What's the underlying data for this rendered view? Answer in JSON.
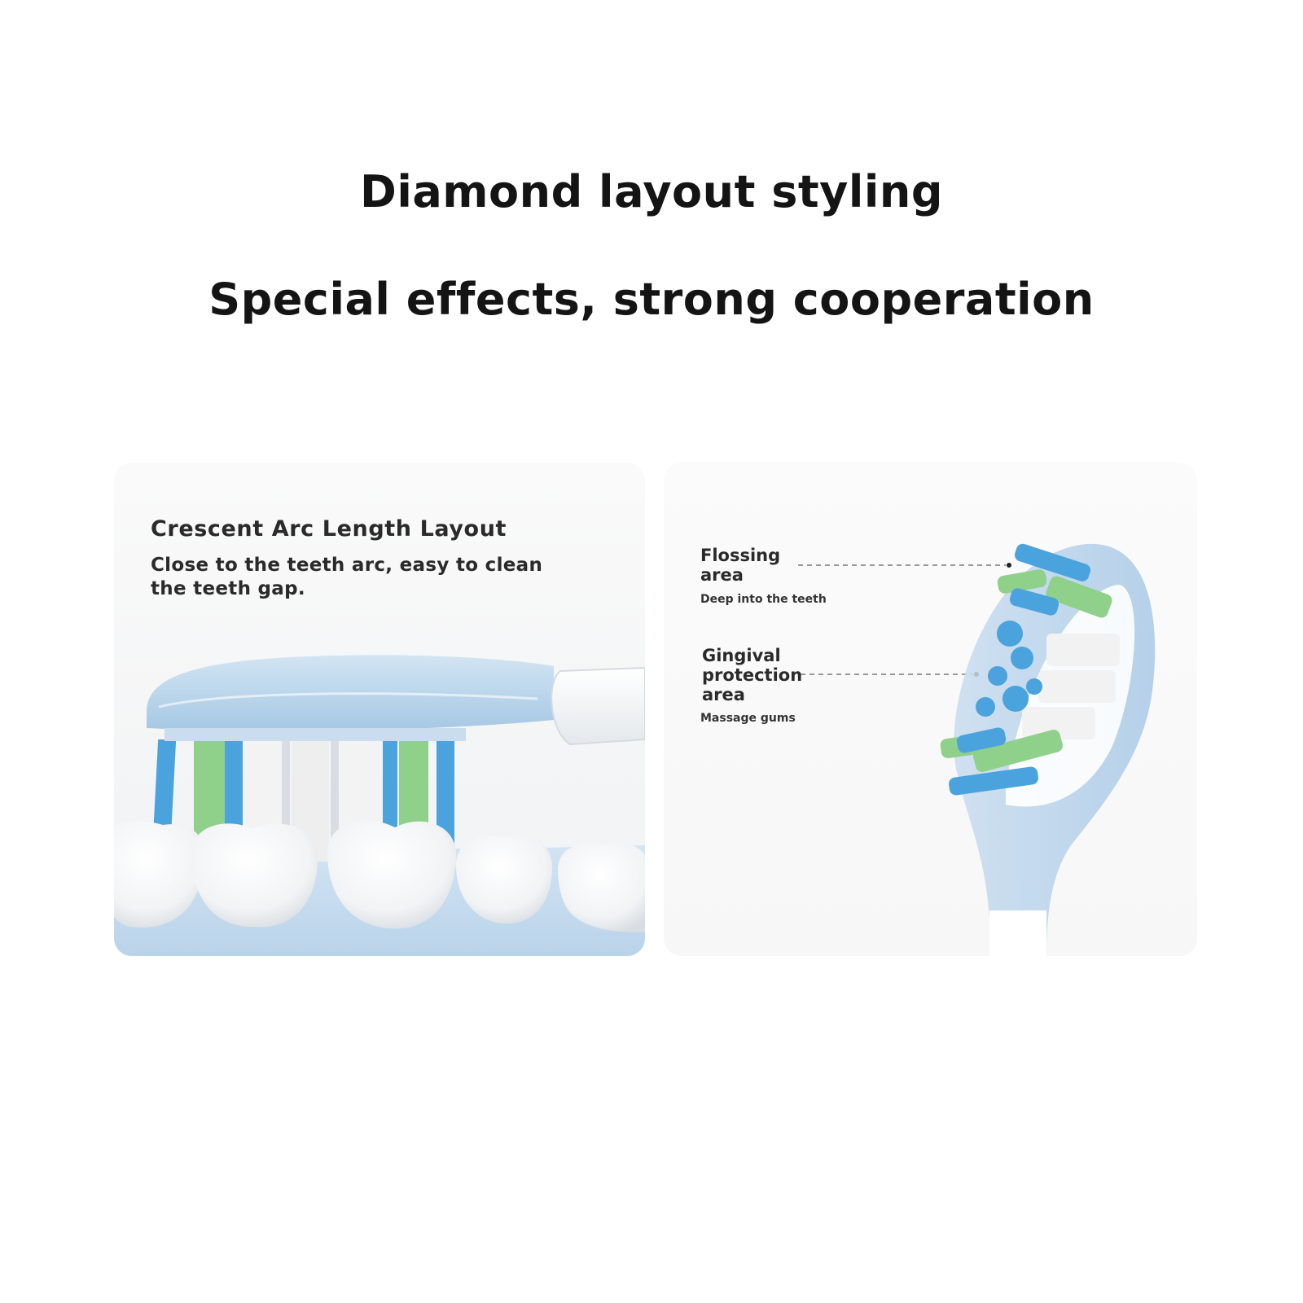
{
  "header": {
    "line1": "Diamond layout styling",
    "line2": "Special effects, strong cooperation"
  },
  "left_panel": {
    "title": "Crescent Arc Length Layout",
    "description": "Close to the teeth arc, easy to clean the teeth gap."
  },
  "right_panel": {
    "callouts": [
      {
        "title_line1": "Flossing",
        "title_line2": "area",
        "title_line3": "",
        "subtitle": "Deep into the teeth"
      },
      {
        "title_line1": "Gingival",
        "title_line2": "protection",
        "title_line3": "area",
        "subtitle": "Massage gums"
      }
    ]
  },
  "colors": {
    "bristle_blue": "#4aa3dc",
    "bristle_green": "#8fd08a",
    "bristle_white": "#f2f2f2",
    "head_blue": "#a9cce6"
  }
}
